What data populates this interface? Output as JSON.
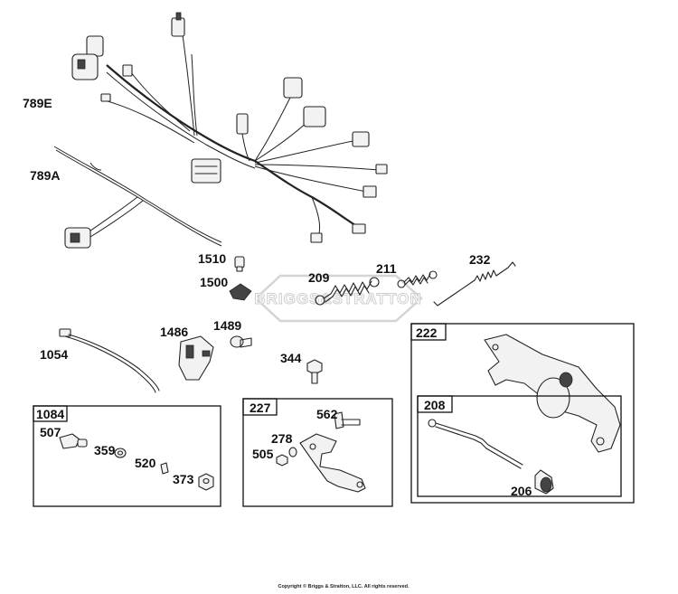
{
  "labels": {
    "p789E": "789E",
    "p789A": "789A",
    "p1510": "1510",
    "p1500": "1500",
    "p209": "209",
    "p211": "211",
    "p232": "232",
    "p1054": "1054",
    "p1486": "1486",
    "p1489": "1489",
    "p344": "344",
    "p222": "222",
    "p208": "208",
    "p206": "206",
    "p1084": "1084",
    "p507": "507",
    "p359": "359",
    "p520": "520",
    "p373": "373",
    "p227": "227",
    "p562": "562",
    "p278": "278",
    "p505": "505"
  },
  "watermark": "BRIGGS&STRATTON",
  "copyright": "Copyright © Briggs & Stratton, LLC. All rights reserved."
}
